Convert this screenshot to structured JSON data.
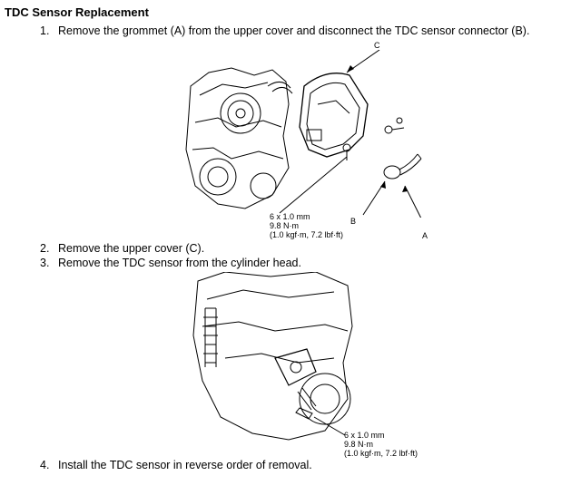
{
  "title": "TDC Sensor Replacement",
  "steps": [
    {
      "num": "1.",
      "text": "Remove the grommet (A) from the upper cover and disconnect the TDC sensor connector (B)."
    },
    {
      "num": "2.",
      "text": "Remove the upper cover (C)."
    },
    {
      "num": "3.",
      "text": "Remove the TDC sensor from the cylinder head."
    },
    {
      "num": "4.",
      "text": "Install the TDC sensor in reverse order of removal."
    }
  ],
  "figure1": {
    "spec": {
      "line1": "6 x 1.0 mm",
      "line2": "9.8 N·m",
      "line3": "(1.0 kgf·m, 7.2 lbf·ft)"
    },
    "callouts": {
      "a": "A",
      "b": "B",
      "c": "C"
    }
  },
  "figure2": {
    "spec": {
      "line1": "6 x 1.0 mm",
      "line2": "9.8 N·m",
      "line3": "(1.0 kgf·m, 7.2 lbf·ft)"
    }
  }
}
